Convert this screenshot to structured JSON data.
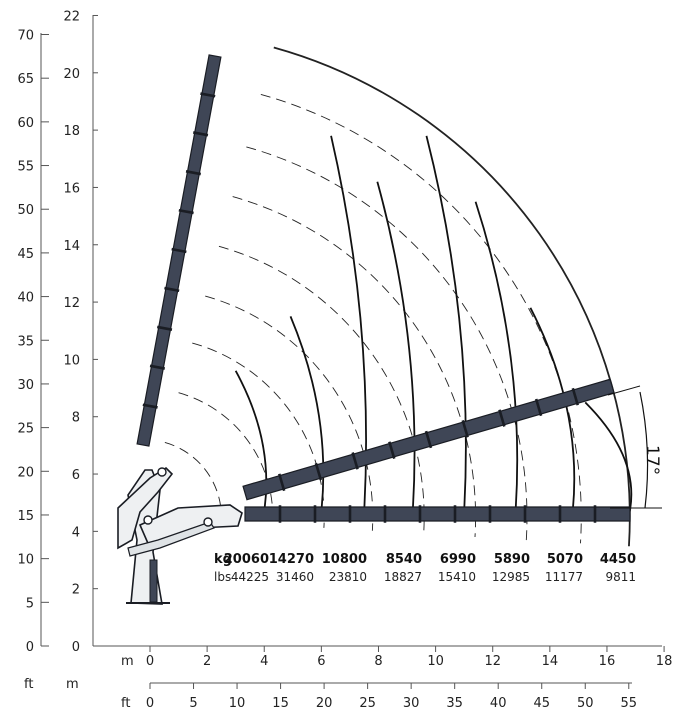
{
  "chart_data": {
    "type": "load_chart",
    "y_axis_m": {
      "ticks": [
        0,
        2,
        4,
        6,
        8,
        10,
        12,
        14,
        16,
        18,
        20,
        22
      ]
    },
    "y_axis_ft": {
      "ticks": [
        0,
        5,
        10,
        15,
        20,
        25,
        30,
        35,
        40,
        45,
        50,
        55,
        60,
        65,
        70
      ]
    },
    "x_axis_m": {
      "unit": "m",
      "ticks": [
        0,
        2,
        4,
        6,
        8,
        10,
        12,
        14,
        16,
        18
      ]
    },
    "x_axis_ft": {
      "unit": "ft",
      "ticks": [
        0,
        5,
        10,
        15,
        20,
        25,
        30,
        35,
        40,
        45,
        50,
        55
      ]
    },
    "corner_labels": {
      "ft": "ft",
      "m": "m"
    },
    "angle_label": "17°",
    "load_table": {
      "kg_label": "kg",
      "lbs_label": "lbs",
      "kg": [
        "20060",
        "14270",
        "10800",
        "8540",
        "6990",
        "5890",
        "5070",
        "4450"
      ],
      "lbs": [
        "44225",
        "31460",
        "23810",
        "18827",
        "15410",
        "12985",
        "11177",
        "9811"
      ]
    },
    "reach_curves_bottom_m": [
      4,
      6,
      7.5,
      9.2,
      11,
      12.8,
      14.8,
      16.8
    ],
    "reach_curves_top_m": [
      9.6,
      11.5,
      17.8,
      16.2,
      17.8,
      15.5,
      11.8,
      8.5
    ],
    "boom_colors": {
      "boom": "#3f4656",
      "outline": "#1a1d24",
      "cab": "#e9ecef"
    }
  }
}
